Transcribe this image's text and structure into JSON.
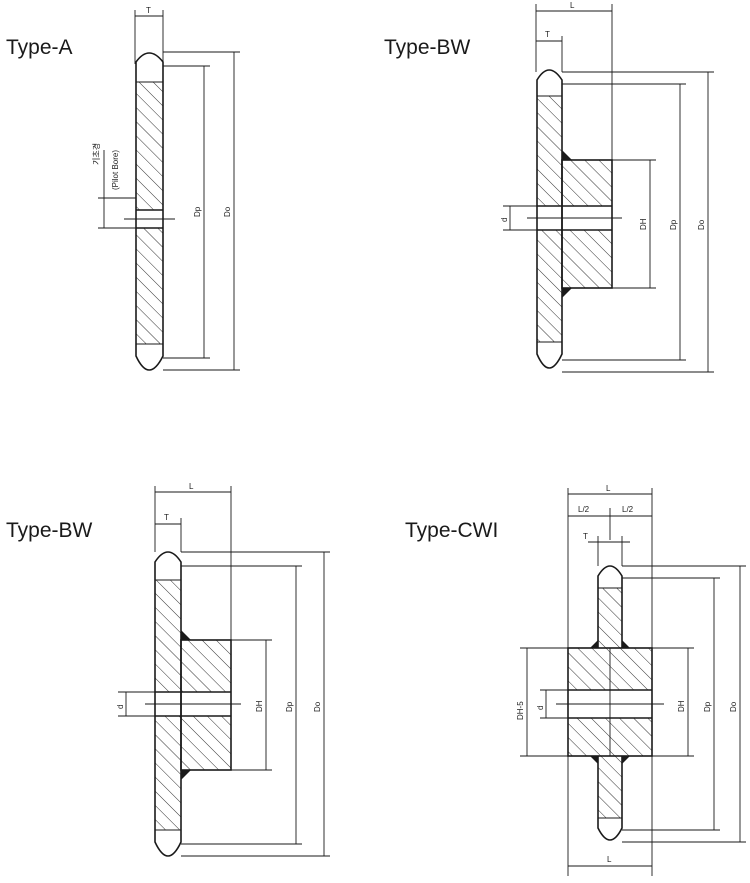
{
  "diagrams": {
    "type_a": {
      "title": "Type-A",
      "labels": {
        "t": "T",
        "pilot_kr": "기초경",
        "pilot_en": "(Pilot Bore)",
        "dp": "Dp",
        "do": "Do"
      }
    },
    "type_bw_1": {
      "title": "Type-BW",
      "labels": {
        "l": "L",
        "t": "T",
        "d": "d",
        "dh": "DH",
        "dp": "Dp",
        "do": "Do"
      }
    },
    "type_bw_2": {
      "title": "Type-BW",
      "labels": {
        "l": "L",
        "t": "T",
        "d": "d",
        "dh": "DH",
        "dp": "Dp",
        "do": "Do"
      }
    },
    "type_cwi": {
      "title": "Type-CWI",
      "labels": {
        "l_top": "L",
        "l_half_left": "L/2",
        "l_half_right": "L/2",
        "t": "T",
        "dh5": "DH-5",
        "d": "d",
        "dh": "DH",
        "dp": "Dp",
        "do": "Do",
        "l_bottom": "L"
      }
    }
  }
}
